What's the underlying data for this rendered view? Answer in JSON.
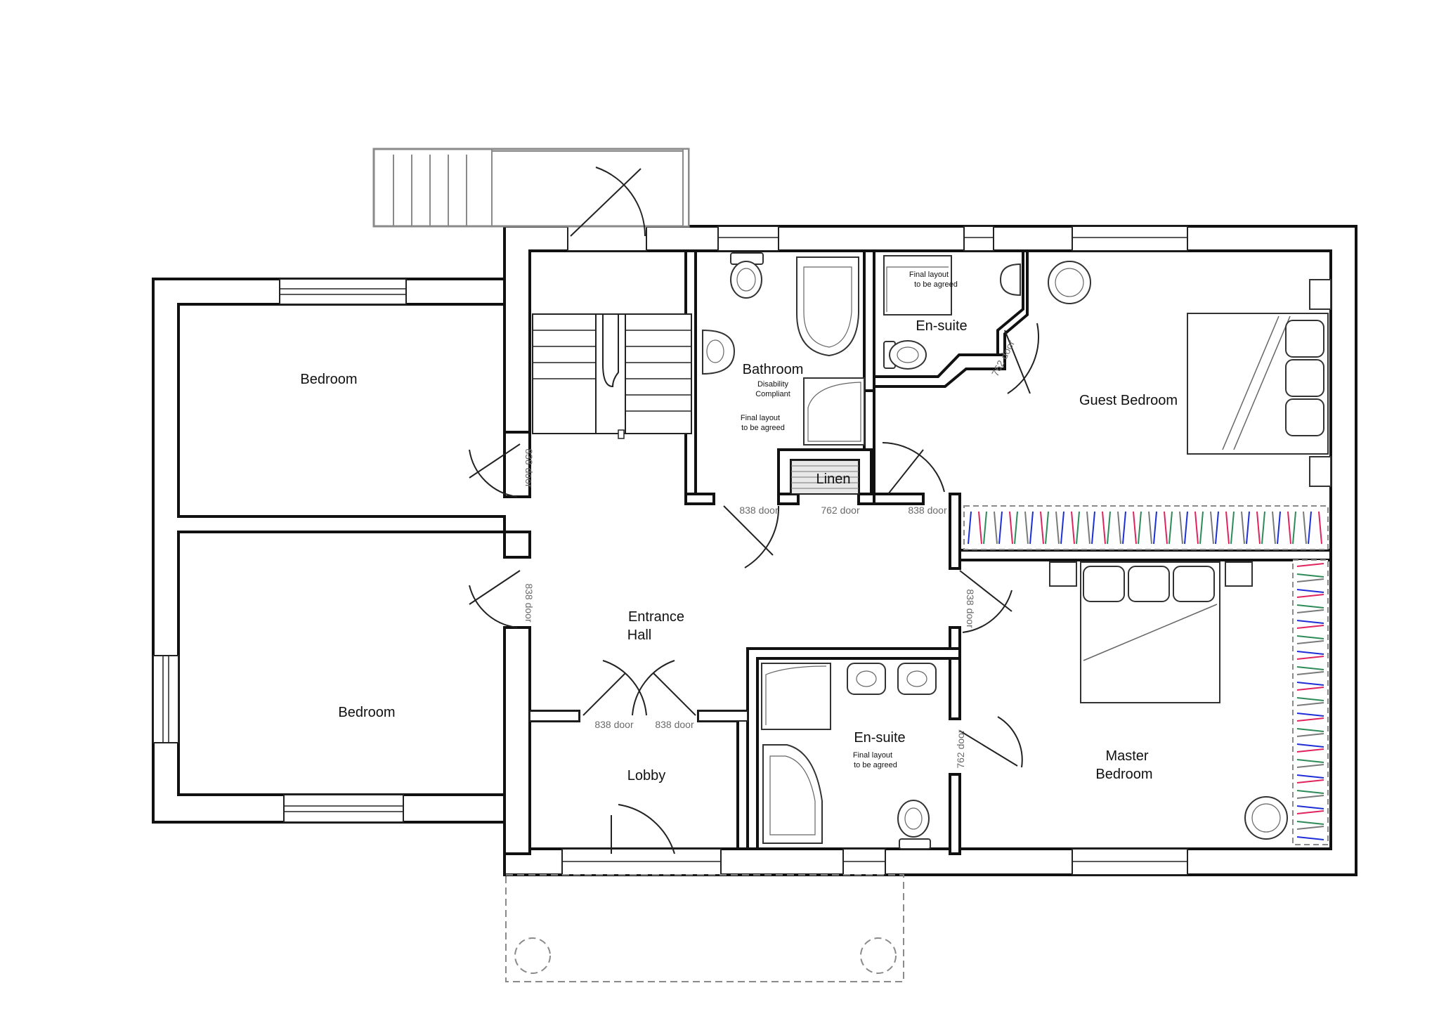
{
  "rooms": {
    "bedroom_1": "Bedroom",
    "bedroom_2": "Bedroom",
    "bathroom": "Bathroom",
    "bathroom_note_1": "Disability",
    "bathroom_note_2": "Compliant",
    "bathroom_layout_1": "Final layout",
    "bathroom_layout_2": "to be agreed",
    "ensuite_top": "En-suite",
    "ensuite_top_layout_1": "Final layout",
    "ensuite_top_layout_2": "to be agreed",
    "guest_bedroom": "Guest Bedroom",
    "linen": "Linen",
    "entrance_hall_1": "Entrance",
    "entrance_hall_2": "Hall",
    "lobby": "Lobby",
    "ensuite_bottom": "En-suite",
    "ensuite_bottom_layout_1": "Final layout",
    "ensuite_bottom_layout_2": "to be agreed",
    "master_bedroom_1": "Master",
    "master_bedroom_2": "Bedroom"
  },
  "doors": {
    "bedroom_1": "838 door",
    "bedroom_2": "838 door",
    "bathroom": "838 door",
    "linen": "762 door",
    "guest": "838 door",
    "master": "838 door",
    "ensuite_top": "762 door",
    "ensuite_bottom": "762 door",
    "lobby_left": "838 door",
    "lobby_right": "838 door"
  },
  "wardrobe_colors": [
    "#1f2fd6",
    "#e0245e",
    "#2e8b57",
    "#7a7a7a"
  ]
}
